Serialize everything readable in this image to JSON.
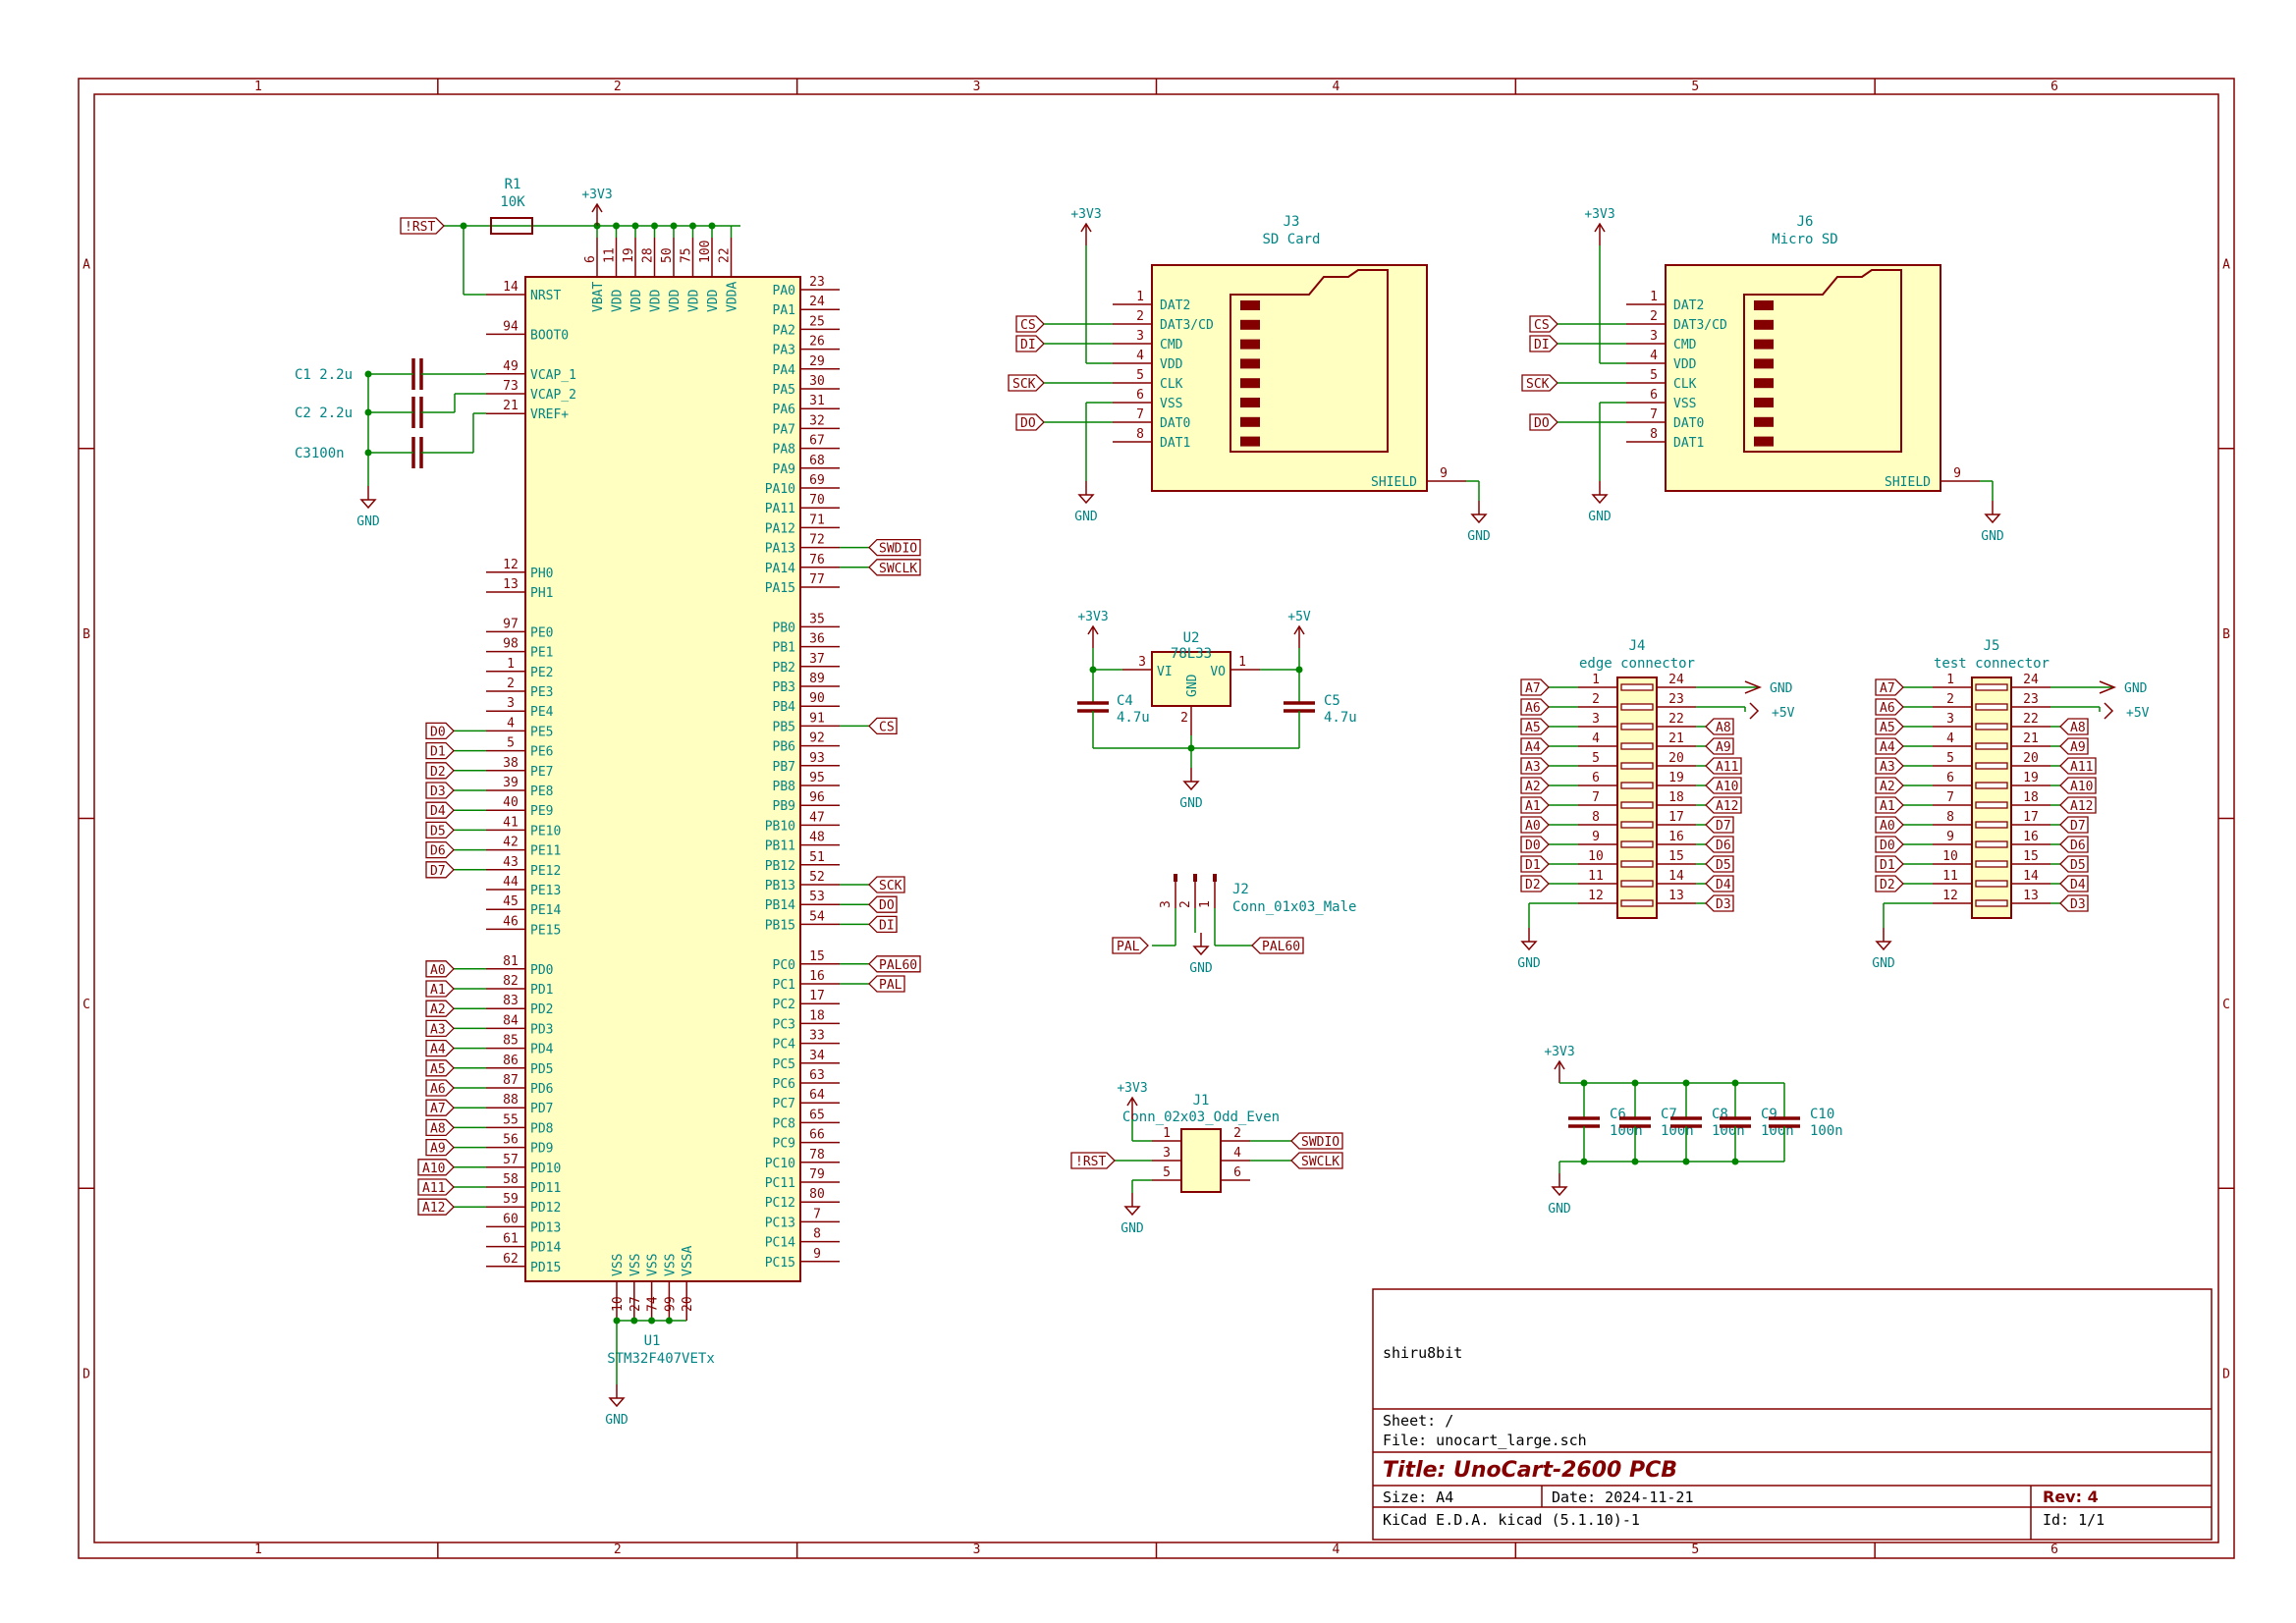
{
  "frame": {
    "columns": [
      "1",
      "2",
      "3",
      "4",
      "5",
      "6"
    ],
    "rows": [
      "A",
      "B",
      "C",
      "D"
    ]
  },
  "u1": {
    "ref": "U1",
    "value": "STM32F407VETx",
    "left_pins": [
      {
        "num": "14",
        "name": "NRST"
      },
      {
        "num": "94",
        "name": "BOOT0"
      },
      {
        "num": "49",
        "name": "VCAP_1"
      },
      {
        "num": "73",
        "name": "VCAP_2"
      },
      {
        "num": "21",
        "name": "VREF+"
      },
      {
        "num": "12",
        "name": "PH0"
      },
      {
        "num": "13",
        "name": "PH1"
      },
      {
        "num": "97",
        "name": "PE0"
      },
      {
        "num": "98",
        "name": "PE1"
      },
      {
        "num": "1",
        "name": "PE2"
      },
      {
        "num": "2",
        "name": "PE3"
      },
      {
        "num": "3",
        "name": "PE4"
      },
      {
        "num": "4",
        "name": "PE5"
      },
      {
        "num": "5",
        "name": "PE6"
      },
      {
        "num": "38",
        "name": "PE7"
      },
      {
        "num": "39",
        "name": "PE8"
      },
      {
        "num": "40",
        "name": "PE9"
      },
      {
        "num": "41",
        "name": "PE10"
      },
      {
        "num": "42",
        "name": "PE11"
      },
      {
        "num": "43",
        "name": "PE12"
      },
      {
        "num": "44",
        "name": "PE13"
      },
      {
        "num": "45",
        "name": "PE14"
      },
      {
        "num": "46",
        "name": "PE15"
      },
      {
        "num": "81",
        "name": "PD0"
      },
      {
        "num": "82",
        "name": "PD1"
      },
      {
        "num": "83",
        "name": "PD2"
      },
      {
        "num": "84",
        "name": "PD3"
      },
      {
        "num": "85",
        "name": "PD4"
      },
      {
        "num": "86",
        "name": "PD5"
      },
      {
        "num": "87",
        "name": "PD6"
      },
      {
        "num": "88",
        "name": "PD7"
      },
      {
        "num": "55",
        "name": "PD8"
      },
      {
        "num": "56",
        "name": "PD9"
      },
      {
        "num": "57",
        "name": "PD10"
      },
      {
        "num": "58",
        "name": "PD11"
      },
      {
        "num": "59",
        "name": "PD12"
      },
      {
        "num": "60",
        "name": "PD13"
      },
      {
        "num": "61",
        "name": "PD14"
      },
      {
        "num": "62",
        "name": "PD15"
      }
    ],
    "right_pins": [
      {
        "num": "23",
        "name": "PA0"
      },
      {
        "num": "24",
        "name": "PA1"
      },
      {
        "num": "25",
        "name": "PA2"
      },
      {
        "num": "26",
        "name": "PA3"
      },
      {
        "num": "29",
        "name": "PA4"
      },
      {
        "num": "30",
        "name": "PA5"
      },
      {
        "num": "31",
        "name": "PA6"
      },
      {
        "num": "32",
        "name": "PA7"
      },
      {
        "num": "67",
        "name": "PA8"
      },
      {
        "num": "68",
        "name": "PA9"
      },
      {
        "num": "69",
        "name": "PA10"
      },
      {
        "num": "70",
        "name": "PA11"
      },
      {
        "num": "71",
        "name": "PA12"
      },
      {
        "num": "72",
        "name": "PA13"
      },
      {
        "num": "76",
        "name": "PA14"
      },
      {
        "num": "77",
        "name": "PA15"
      },
      {
        "num": "35",
        "name": "PB0"
      },
      {
        "num": "36",
        "name": "PB1"
      },
      {
        "num": "37",
        "name": "PB2"
      },
      {
        "num": "89",
        "name": "PB3"
      },
      {
        "num": "90",
        "name": "PB4"
      },
      {
        "num": "91",
        "name": "PB5"
      },
      {
        "num": "92",
        "name": "PB6"
      },
      {
        "num": "93",
        "name": "PB7"
      },
      {
        "num": "95",
        "name": "PB8"
      },
      {
        "num": "96",
        "name": "PB9"
      },
      {
        "num": "47",
        "name": "PB10"
      },
      {
        "num": "48",
        "name": "PB11"
      },
      {
        "num": "51",
        "name": "PB12"
      },
      {
        "num": "52",
        "name": "PB13"
      },
      {
        "num": "53",
        "name": "PB14"
      },
      {
        "num": "54",
        "name": "PB15"
      },
      {
        "num": "15",
        "name": "PC0"
      },
      {
        "num": "16",
        "name": "PC1"
      },
      {
        "num": "17",
        "name": "PC2"
      },
      {
        "num": "18",
        "name": "PC3"
      },
      {
        "num": "33",
        "name": "PC4"
      },
      {
        "num": "34",
        "name": "PC5"
      },
      {
        "num": "63",
        "name": "PC6"
      },
      {
        "num": "64",
        "name": "PC7"
      },
      {
        "num": "65",
        "name": "PC8"
      },
      {
        "num": "66",
        "name": "PC9"
      },
      {
        "num": "78",
        "name": "PC10"
      },
      {
        "num": "79",
        "name": "PC11"
      },
      {
        "num": "80",
        "name": "PC12"
      },
      {
        "num": "7",
        "name": "PC13"
      },
      {
        "num": "8",
        "name": "PC14"
      },
      {
        "num": "9",
        "name": "PC15"
      }
    ],
    "top_pins": [
      {
        "num": "6",
        "name": "VBAT"
      },
      {
        "num": "11",
        "name": "VDD"
      },
      {
        "num": "19",
        "name": "VDD"
      },
      {
        "num": "28",
        "name": "VDD"
      },
      {
        "num": "50",
        "name": "VDD"
      },
      {
        "num": "75",
        "name": "VDD"
      },
      {
        "num": "100",
        "name": "VDD"
      },
      {
        "num": "22",
        "name": "VDDA"
      }
    ],
    "bottom_pins": [
      {
        "num": "10",
        "name": "VSS"
      },
      {
        "num": "27",
        "name": "VSS"
      },
      {
        "num": "74",
        "name": "VSS"
      },
      {
        "num": "99",
        "name": "VSS"
      },
      {
        "num": "20",
        "name": "VSSA"
      }
    ],
    "left_labels": [
      "D0",
      "D1",
      "D2",
      "D3",
      "D4",
      "D5",
      "D6",
      "D7",
      "A0",
      "A1",
      "A2",
      "A3",
      "A4",
      "A5",
      "A6",
      "A7",
      "A8",
      "A9",
      "A10",
      "A11",
      "A12"
    ],
    "right_labels": [
      "SWDIO",
      "SWCLK",
      "CS",
      "SCK",
      "D0",
      "DI",
      "PAL60",
      "PAL"
    ]
  },
  "passives": {
    "r1_ref": "R1",
    "r1_value": "10K",
    "c1": "C1 2.2u",
    "c2": "C2 2.2u",
    "c3": "C3100n",
    "nrst_label": "!RST",
    "pwr_3v3": "+3V3",
    "pwr_gnd": "GND",
    "pwr_5v": "+5V"
  },
  "sd": [
    {
      "ref": "J3",
      "value": "SD Card",
      "pins": [
        {
          "num": "1",
          "name": "DAT2"
        },
        {
          "num": "2",
          "name": "DAT3/CD"
        },
        {
          "num": "3",
          "name": "CMD"
        },
        {
          "num": "4",
          "name": "VDD"
        },
        {
          "num": "5",
          "name": "CLK"
        },
        {
          "num": "6",
          "name": "VSS"
        },
        {
          "num": "7",
          "name": "DAT0"
        },
        {
          "num": "8",
          "name": "DAT1"
        }
      ],
      "shield": {
        "num": "9",
        "name": "SHIELD"
      },
      "labels": [
        "CS",
        "DI",
        "SCK",
        "DO"
      ]
    },
    {
      "ref": "J6",
      "value": "Micro SD",
      "pins": [
        {
          "num": "1",
          "name": "DAT2"
        },
        {
          "num": "2",
          "name": "DAT3/CD"
        },
        {
          "num": "3",
          "name": "CMD"
        },
        {
          "num": "4",
          "name": "VDD"
        },
        {
          "num": "5",
          "name": "CLK"
        },
        {
          "num": "6",
          "name": "VSS"
        },
        {
          "num": "7",
          "name": "DAT0"
        },
        {
          "num": "8",
          "name": "DAT1"
        }
      ],
      "shield": {
        "num": "9",
        "name": "SHIELD"
      },
      "labels": [
        "CS",
        "DI",
        "SCK",
        "DO"
      ]
    }
  ],
  "regulator": {
    "ref": "U2",
    "value": "78L33",
    "vi": "VI",
    "vo": "VO",
    "gnd": "GND",
    "pin_in": "3",
    "pin_out": "1",
    "pin_gnd": "2",
    "c4": "C4",
    "c4v": "4.7u",
    "c5": "C5",
    "c5v": "4.7u"
  },
  "j2": {
    "ref": "J2",
    "value": "Conn_01x03_Male",
    "pins": [
      "3",
      "2",
      "1"
    ],
    "labels": [
      "PAL",
      "PAL60"
    ]
  },
  "j1": {
    "ref": "J1",
    "value": "Conn_02x03_Odd_Even",
    "left_pins": [
      "1",
      "3",
      "5"
    ],
    "right_pins": [
      "2",
      "4",
      "6"
    ],
    "labels": [
      "!RST",
      "SWDIO",
      "SWCLK"
    ]
  },
  "edge": [
    {
      "ref": "J4",
      "value": "edge connector",
      "left_pins": [
        "1",
        "2",
        "3",
        "4",
        "5",
        "6",
        "7",
        "8",
        "9",
        "10",
        "11",
        "12"
      ],
      "right_pins": [
        "24",
        "23",
        "22",
        "21",
        "20",
        "19",
        "18",
        "17",
        "16",
        "15",
        "14",
        "13"
      ],
      "left_labels": [
        "A7",
        "A6",
        "A5",
        "A4",
        "A3",
        "A2",
        "A1",
        "A0",
        "D0",
        "D1",
        "D2",
        ""
      ],
      "right_labels": [
        "",
        "",
        "A8",
        "A9",
        "A11",
        "A10",
        "A12",
        "D7",
        "D6",
        "D5",
        "D4",
        "D3"
      ]
    },
    {
      "ref": "J5",
      "value": "test connector",
      "left_pins": [
        "1",
        "2",
        "3",
        "4",
        "5",
        "6",
        "7",
        "8",
        "9",
        "10",
        "11",
        "12"
      ],
      "right_pins": [
        "24",
        "23",
        "22",
        "21",
        "20",
        "19",
        "18",
        "17",
        "16",
        "15",
        "14",
        "13"
      ],
      "left_labels": [
        "A7",
        "A6",
        "A5",
        "A4",
        "A3",
        "A2",
        "A1",
        "A0",
        "D0",
        "D1",
        "D2",
        ""
      ],
      "right_labels": [
        "",
        "",
        "A8",
        "A9",
        "A11",
        "A10",
        "A12",
        "D7",
        "D6",
        "D5",
        "D4",
        "D3"
      ]
    }
  ],
  "decoupling": {
    "caps": [
      "C6",
      "C7",
      "C8",
      "C9",
      "C10"
    ],
    "values": [
      "100n",
      "100n",
      "100n",
      "100n",
      "100n"
    ]
  },
  "title_block": {
    "company": "shiru8bit",
    "sheet": "Sheet: /",
    "file": "File: unocart_large.sch",
    "title": "Title: UnoCart-2600 PCB",
    "size": "Size: A4",
    "date": "Date: 2024-11-21",
    "rev": "Rev: 4",
    "tool": "KiCad E.D.A.  kicad (5.1.10)-1",
    "id": "Id: 1/1"
  }
}
